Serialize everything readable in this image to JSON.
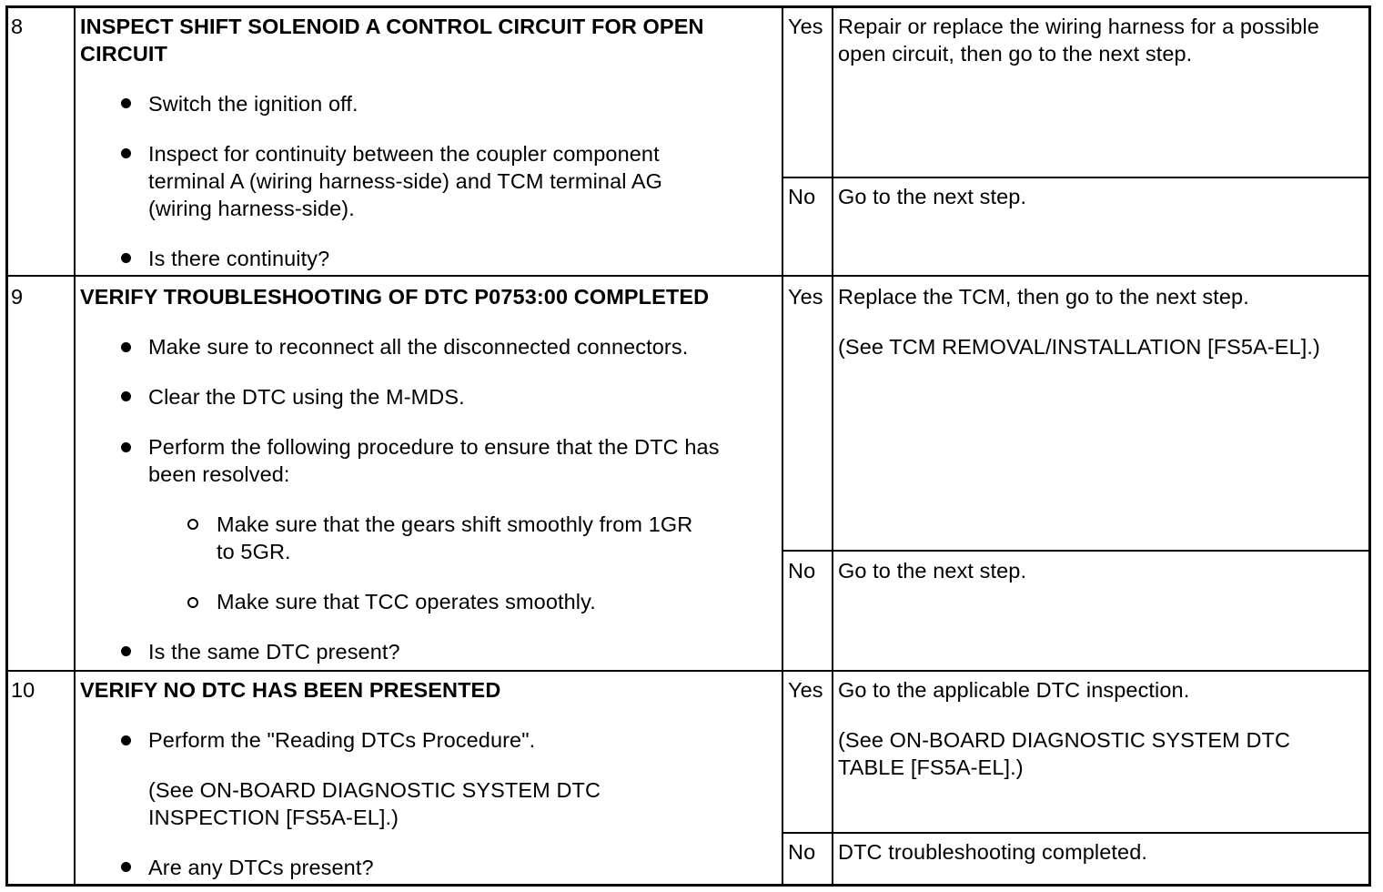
{
  "rows": [
    {
      "step": "8",
      "title_line1": "INSPECT SHIFT SOLENOID A CONTROL CIRCUIT FOR OPEN",
      "title_line2": "CIRCUIT",
      "bullets": [
        {
          "lines": [
            "Switch the ignition off."
          ]
        },
        {
          "lines": [
            "Inspect for continuity between the coupler component",
            "terminal A (wiring harness-side) and TCM terminal AG",
            "(wiring harness-side)."
          ]
        },
        {
          "lines": [
            "Is there continuity?"
          ]
        }
      ],
      "yes_label": "Yes",
      "yes_action": [
        "Repair or replace the wiring harness for a possible",
        "open circuit, then go to the next step."
      ],
      "no_label": "No",
      "no_action": [
        "Go to the next step."
      ]
    },
    {
      "step": "9",
      "title_line1": "VERIFY TROUBLESHOOTING OF DTC P0753:00 COMPLETED",
      "bullets": [
        {
          "lines": [
            "Make sure to reconnect all the disconnected connectors."
          ]
        },
        {
          "lines": [
            "Clear the DTC using the M-MDS."
          ]
        },
        {
          "lines": [
            "Perform the following procedure to ensure that the DTC has",
            "been resolved:"
          ]
        },
        {
          "lines": [
            "Is the same DTC present?"
          ]
        }
      ],
      "sub_bullets": [
        {
          "lines": [
            "Make sure that the gears shift smoothly from 1GR",
            "to 5GR."
          ]
        },
        {
          "lines": [
            "Make sure that TCC operates smoothly."
          ]
        }
      ],
      "yes_label": "Yes",
      "yes_action": [
        "Replace the TCM, then go to the next step.",
        "(See TCM REMOVAL/INSTALLATION [FS5A-EL].)"
      ],
      "no_label": "No",
      "no_action": [
        "Go to the next step."
      ]
    },
    {
      "step": "10",
      "title_line1": "VERIFY NO DTC HAS BEEN PRESENTED",
      "bullets": [
        {
          "lines": [
            "Perform the \"Reading DTCs Procedure\"."
          ]
        },
        {
          "lines": [
            "(See ON-BOARD DIAGNOSTIC SYSTEM DTC",
            "INSPECTION [FS5A-EL].)"
          ]
        },
        {
          "lines": [
            "Are any DTCs present?"
          ]
        }
      ],
      "yes_label": "Yes",
      "yes_action": [
        "Go to the applicable DTC inspection.",
        "(See ON-BOARD DIAGNOSTIC SYSTEM DTC",
        "TABLE [FS5A-EL].)"
      ],
      "no_label": "No",
      "no_action": [
        "DTC troubleshooting completed."
      ]
    }
  ]
}
